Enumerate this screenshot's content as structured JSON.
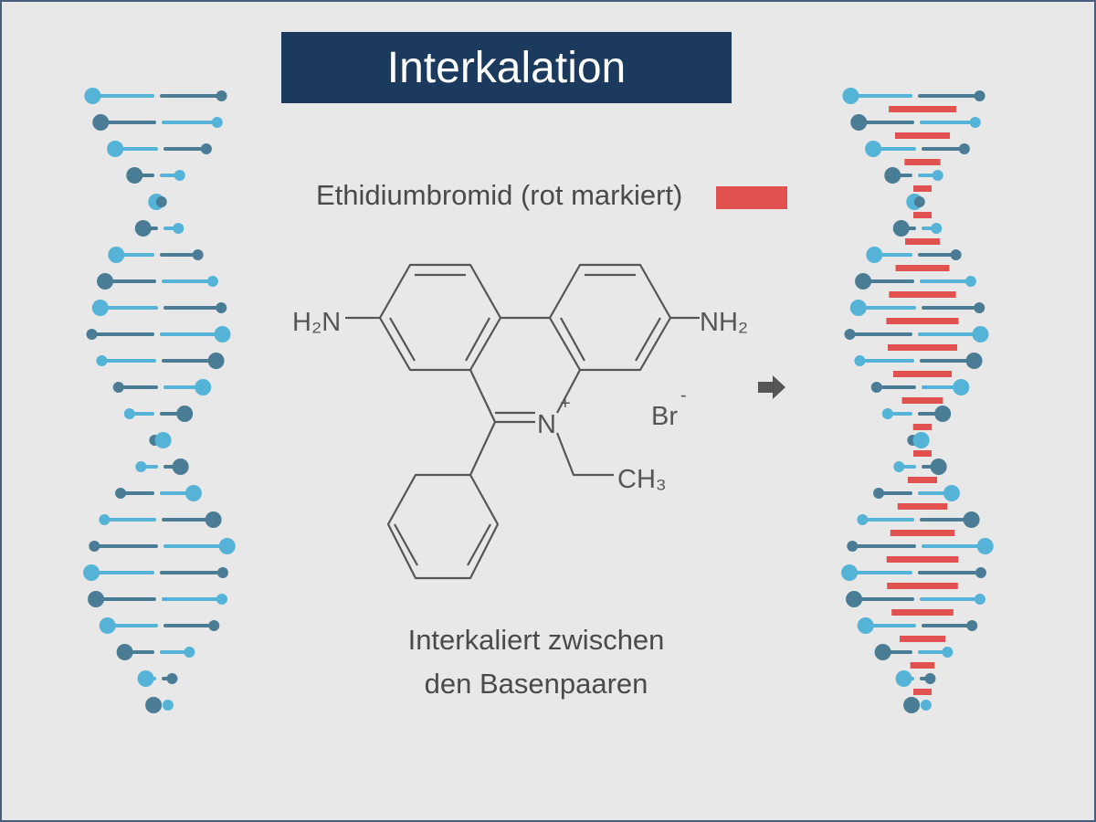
{
  "title": "Interkalation",
  "legend": {
    "label": "Ethidiumbromid (rot markiert)",
    "color": "#e05150"
  },
  "molecule": {
    "left_group": "H₂N",
    "right_group": "NH₂",
    "nitrogen": "N",
    "charge": "+",
    "counter_ion": "Br",
    "counter_charge": "-",
    "methyl": "CH₃"
  },
  "caption": {
    "line1": "Interkaliert zwischen",
    "line2": "den Basenpaaren"
  },
  "colors": {
    "title_bg": "#1b3a5e",
    "dark_base": "#4a7d95",
    "light_base": "#55b3d8",
    "arrow": "#555555"
  },
  "icons": [
    "arrow-right-icon"
  ]
}
